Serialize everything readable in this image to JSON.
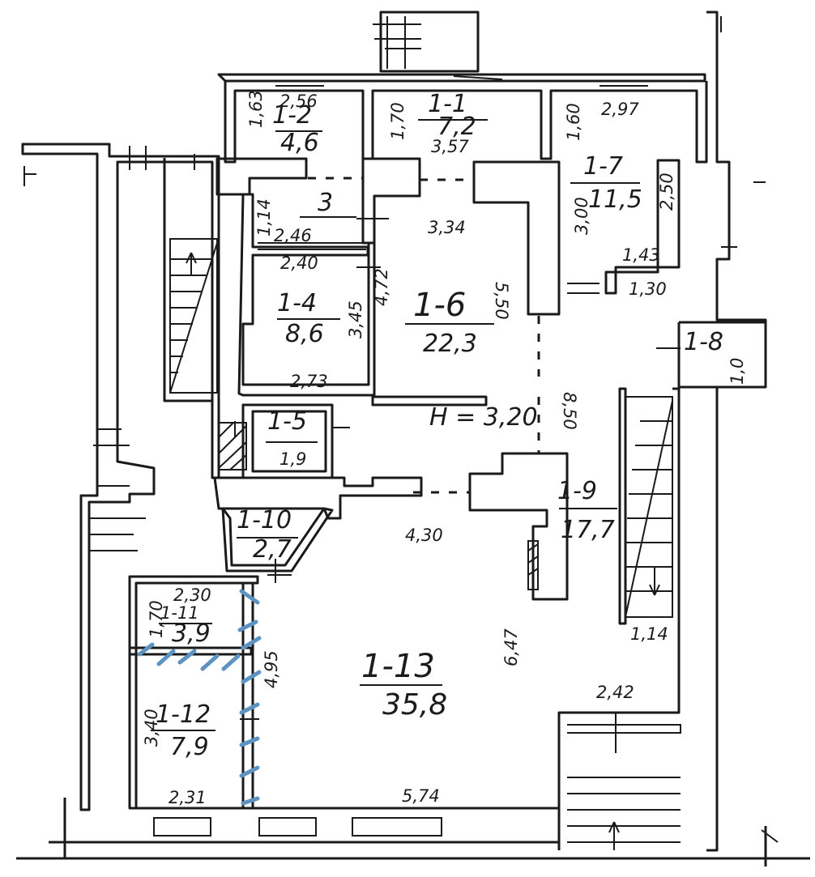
{
  "rooms": {
    "r1_1": {
      "id": "1-1",
      "area": "7,2",
      "dim_top": "3,57",
      "dim_side": "1,70"
    },
    "r1_2": {
      "id": "1-2",
      "area": "4,6",
      "dim_top": "2,56",
      "dim_side": "1,63"
    },
    "r1_3": {
      "id": "3",
      "dim_bottom": "2,46",
      "dim_side": "1,14"
    },
    "r1_4": {
      "id": "1-4",
      "area": "8,6",
      "dim_top": "2,40",
      "dim_bottom": "2,73",
      "dim_side": "3,45",
      "dim_side2": "4,72"
    },
    "r1_5": {
      "id": "1-5",
      "area": "1,9"
    },
    "r1_6": {
      "id": "1-6",
      "area": "22,3",
      "dim_top": "3,34",
      "dim_side": "5,50"
    },
    "r1_7": {
      "id": "1-7",
      "area": "11,5",
      "dim_top": "2,97",
      "dim_side": "1,60",
      "dim_left": "3,00",
      "dim_right": "2,50",
      "dim_bottom": "1,43",
      "dim_bottom2": "1,30"
    },
    "r1_8": {
      "id": "1-8",
      "area": "1,0"
    },
    "r1_9": {
      "id": "1-9",
      "area": "17,7",
      "dim_side": "8,50"
    },
    "r1_10": {
      "id": "1-10",
      "area": "2,7"
    },
    "r1_11": {
      "id": "1-11",
      "area": "3,9",
      "dim_top": "2,30",
      "dim_side": "1,70"
    },
    "r1_12": {
      "id": "1-12",
      "area": "7,9",
      "dim_bottom": "2,31",
      "dim_side": "3,40"
    },
    "r1_13": {
      "id": "1-13",
      "area": "35,8",
      "dim_top": "4,30",
      "dim_bottom": "5,74",
      "dim_right": "6,47",
      "dim_left": "4,95"
    }
  },
  "height_label": "H = 3,20",
  "stair_dims": {
    "lower_right": "1,14",
    "bottom_right": "2,42"
  },
  "colors": {
    "ink": "#1a1a1a",
    "correction": "#5d93c2",
    "paper": "#ffffff"
  }
}
